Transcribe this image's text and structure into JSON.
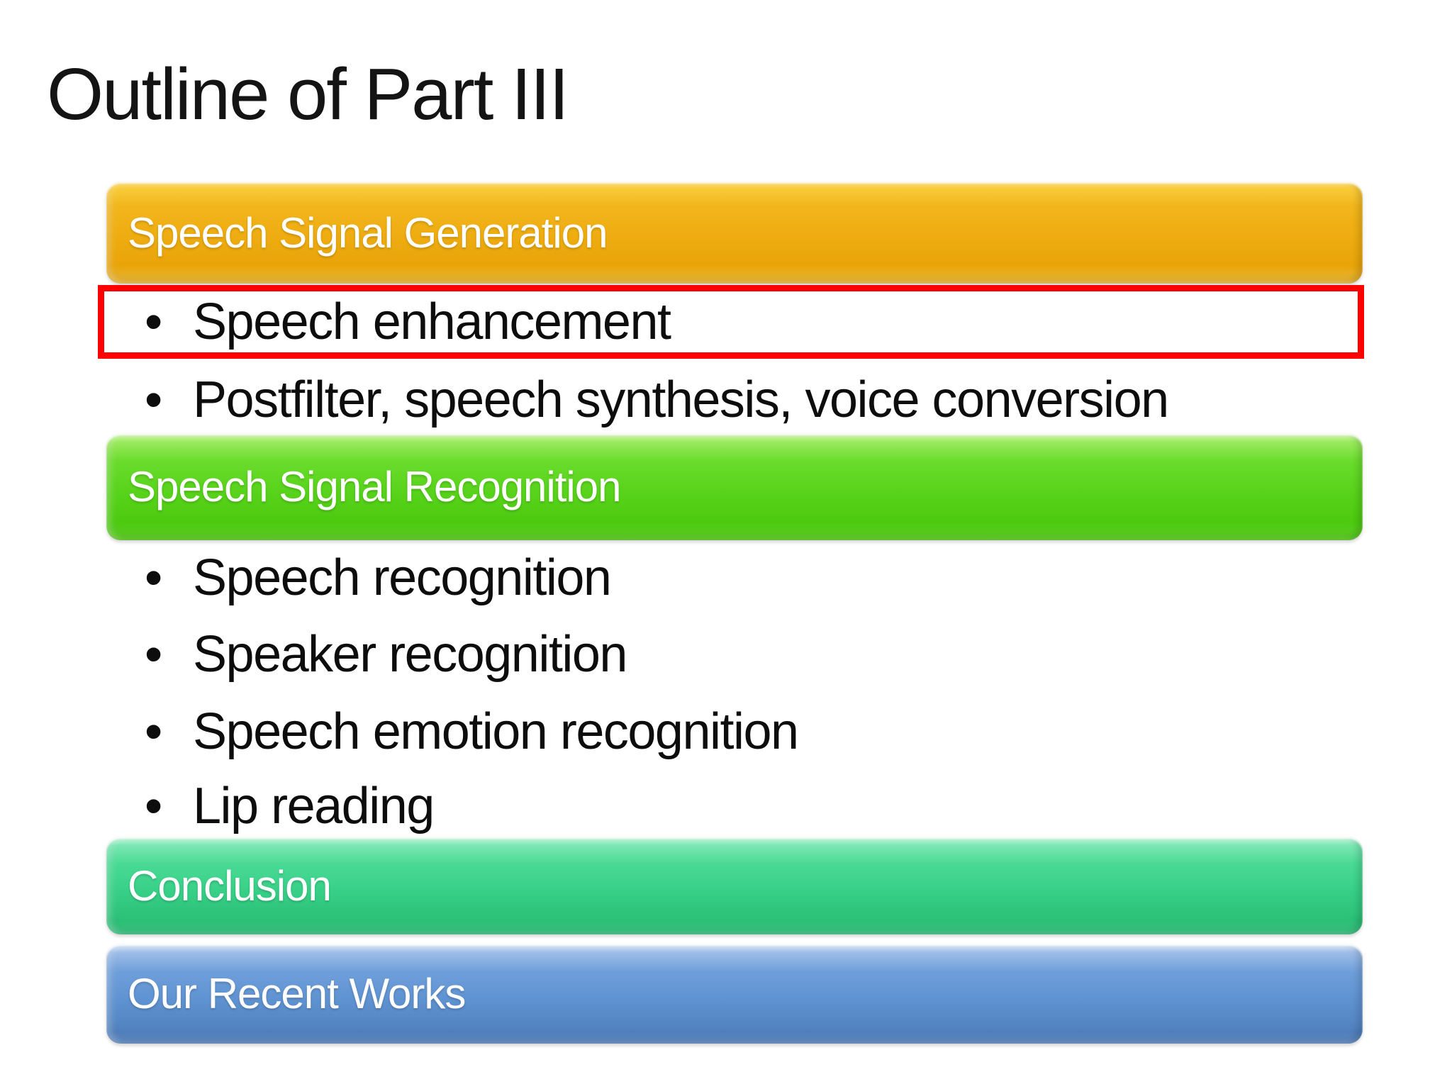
{
  "slide": {
    "title": "Outline of Part III",
    "bullet_glyph": "•",
    "colors": {
      "section_generation": "#EFAE12",
      "section_recognition": "#57D21D",
      "section_conclusion": "#3BD38B",
      "section_recent_works": "#6095D4",
      "highlight_outline": "#FE0000",
      "bar_text": "#FFFFFF",
      "body_text": "#0D0D0D",
      "background": "#FFFFFF"
    },
    "sections": [
      {
        "label": "Speech Signal Generation",
        "bullets": [
          "Speech enhancement",
          "Postfilter, speech synthesis, voice conversion"
        ]
      },
      {
        "label": "Speech Signal Recognition",
        "bullets": [
          "Speech recognition",
          "Speaker recognition",
          "Speech emotion recognition",
          "Lip reading"
        ]
      },
      {
        "label": "Conclusion",
        "bullets": []
      },
      {
        "label": "Our Recent Works",
        "bullets": []
      }
    ],
    "highlighted_bullet": "Speech enhancement"
  }
}
